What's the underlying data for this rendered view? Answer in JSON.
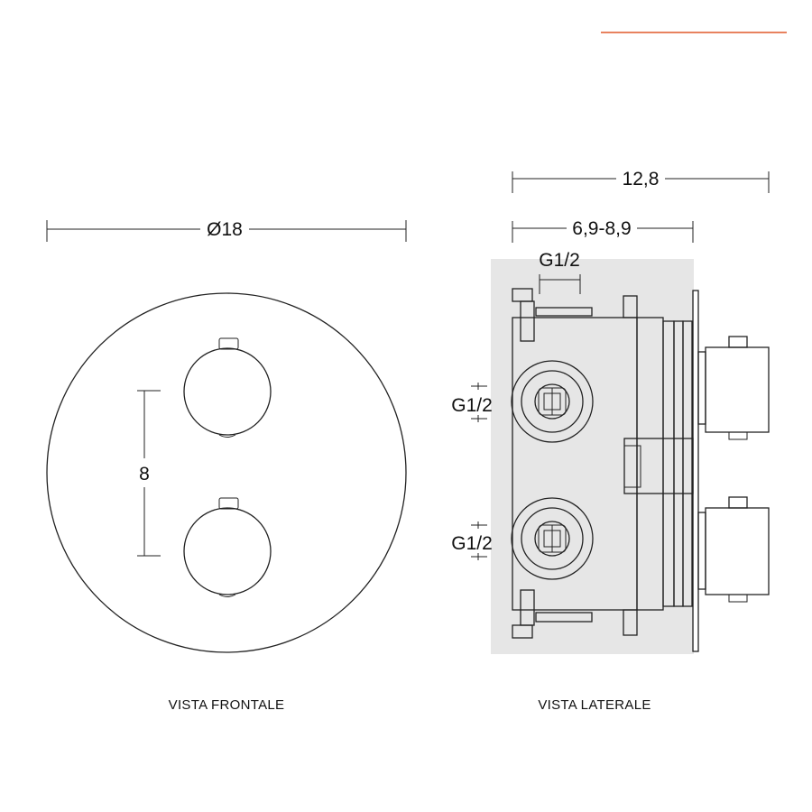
{
  "colors": {
    "accent": "#e8825f",
    "line": "#222222",
    "side_background": "#e6e6e6"
  },
  "front_view": {
    "caption": "VISTA FRONTALE",
    "diameter_label": "Ø18",
    "spacing_label": "8"
  },
  "side_view": {
    "caption": "VISTA LATERALE",
    "total_depth_label": "12,8",
    "body_depth_label": "6,9-8,9",
    "top_port_label": "G1/2",
    "upper_port_label": "G1/2",
    "lower_port_label": "G1/2"
  }
}
